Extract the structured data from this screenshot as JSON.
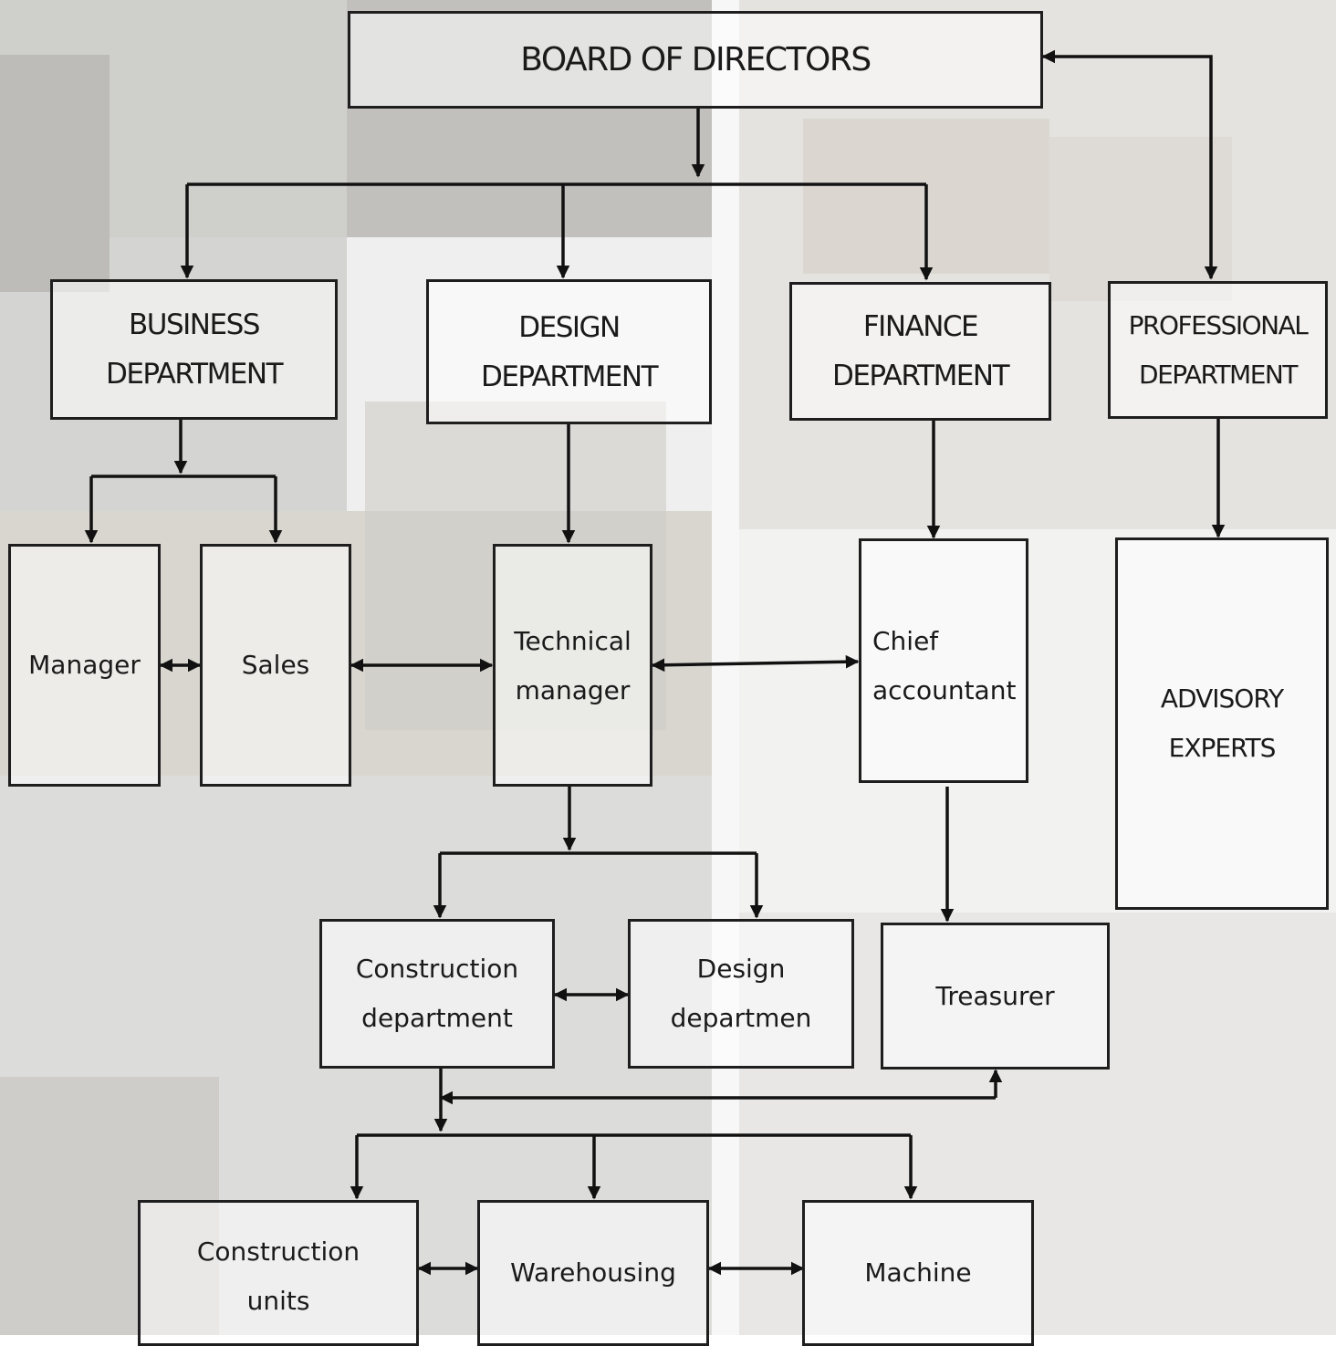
{
  "title": "BOARD OF DIRECTORS",
  "departments": {
    "business": [
      "BUSINESS",
      "DEPARTMENT"
    ],
    "design": [
      "DESIGN",
      "DEPARTMENT"
    ],
    "finance": [
      "FINANCE",
      "DEPARTMENT"
    ],
    "professional": [
      "PROFESSIONAL",
      "DEPARTMENT"
    ]
  },
  "roles": {
    "manager": "Manager",
    "sales": "Sales",
    "technical_manager": [
      "Technical",
      "manager"
    ],
    "chief_accountant": [
      "Chief",
      "accountant"
    ],
    "advisory_experts": [
      "ADVISORY",
      "EXPERTS"
    ]
  },
  "units": {
    "construction_department": [
      "Construction",
      "department"
    ],
    "design_department": [
      "Design",
      "departmen"
    ],
    "treasurer": "Treasurer",
    "construction_units": [
      "Construction",
      "units"
    ],
    "warehousing": "Warehousing",
    "machine": "Machine"
  },
  "colors": {
    "line": "#111111",
    "box_border": "#1e1e1e"
  }
}
